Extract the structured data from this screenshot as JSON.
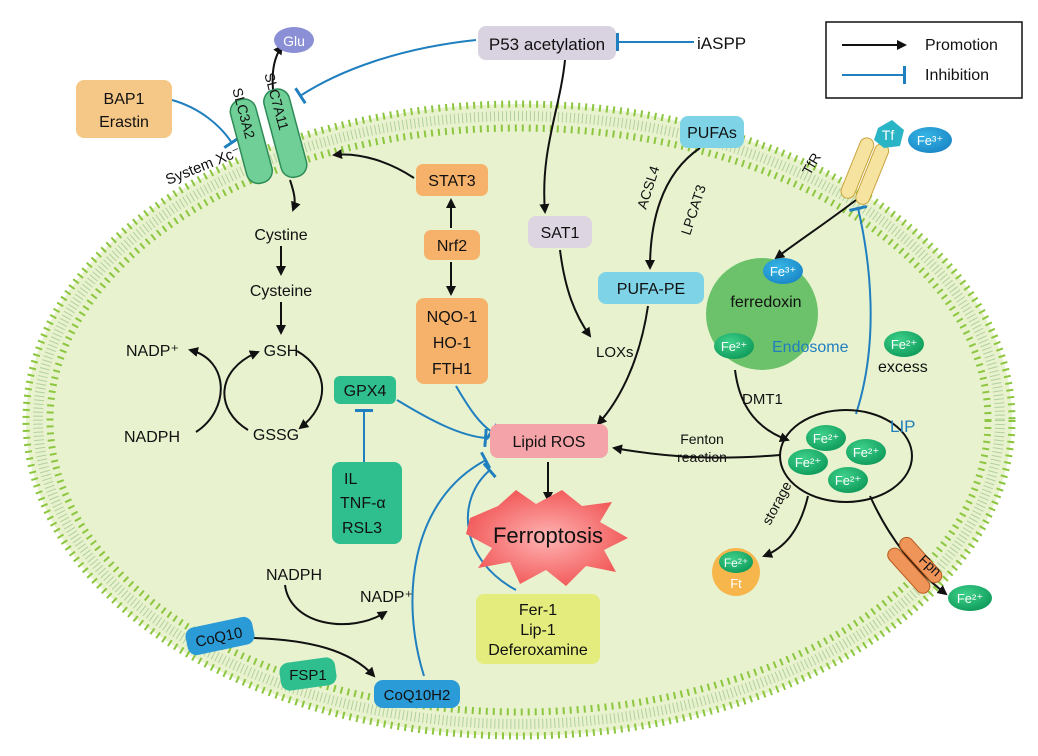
{
  "legend": {
    "promotion": "Promotion",
    "inhibition": "Inhibition"
  },
  "colors": {
    "cell_fill": "#e8f2cf",
    "membrane_head": "#8cc63f",
    "promotion": "#111111",
    "inhibition": "#1f7fbf",
    "teal_box": "#2fbf8f",
    "orange_box": "#f6b26b",
    "pink_box": "#f4a3a8",
    "gray_box": "#d9d2e0",
    "yellow_box": "#e3ec7c",
    "cyan_box": "#7fd3e6",
    "endosome": "#6cc26a",
    "ferroptosis": "#f26a6a"
  },
  "nodes": {
    "p53": "P53 acetylation",
    "iaspp": "iASPP",
    "glu": "Glu",
    "bap1": "BAP1",
    "erastin": "Erastin",
    "slc7a11": "SLC7A11",
    "slc3a2": "SLC3A2",
    "system_xc": "System Xc⁻",
    "stat3": "STAT3",
    "nrf2": "Nrf2",
    "nqo1": "NQO-1",
    "ho1": "HO-1",
    "fth1": "FTH1",
    "cystine": "Cystine",
    "cysteine": "Cysteine",
    "gsh": "GSH",
    "gssg": "GSSG",
    "nadp_top": "NADP⁺",
    "nadph_left": "NADPH",
    "gpx4": "GPX4",
    "il": "IL",
    "tnf": "TNF-α",
    "rsl3": "RSL3",
    "pufas": "PUFAs",
    "acsl4": "ACSL4",
    "lpcat3": "LPCAT3",
    "pufa_pe": "PUFA-PE",
    "sat1": "SAT1",
    "loxs": "LOXs",
    "lipid_ros": "Lipid ROS",
    "ferroptosis": "Ferroptosis",
    "fer1": "Fer-1",
    "lip1": "Lip-1",
    "deferoxamine": "Deferoxamine",
    "nadph_bottom": "NADPH",
    "nadp_bottom": "NADP⁺",
    "coq10": "CoQ10",
    "fsp1": "FSP1",
    "coq10h2": "CoQ10H2",
    "tf": "Tf",
    "fe3_tf": "Fe³⁺",
    "tfr": "TfR",
    "fe3_endo": "Fe³⁺",
    "ferredoxin": "ferredoxin",
    "fe2_endo": "Fe²⁺",
    "endosome": "Endosome",
    "fe2_excess": "Fe²⁺",
    "excess": "excess",
    "dmt1": "DMT1",
    "lip": "LIP",
    "fe2_lip": "Fe²⁺",
    "fenton_1": "Fenton",
    "fenton_2": "reaction",
    "storage": "storage",
    "fe2_ft": "Fe²⁺",
    "ft": "Ft",
    "fpn": "Fpn",
    "fe2_out": "Fe²⁺"
  }
}
